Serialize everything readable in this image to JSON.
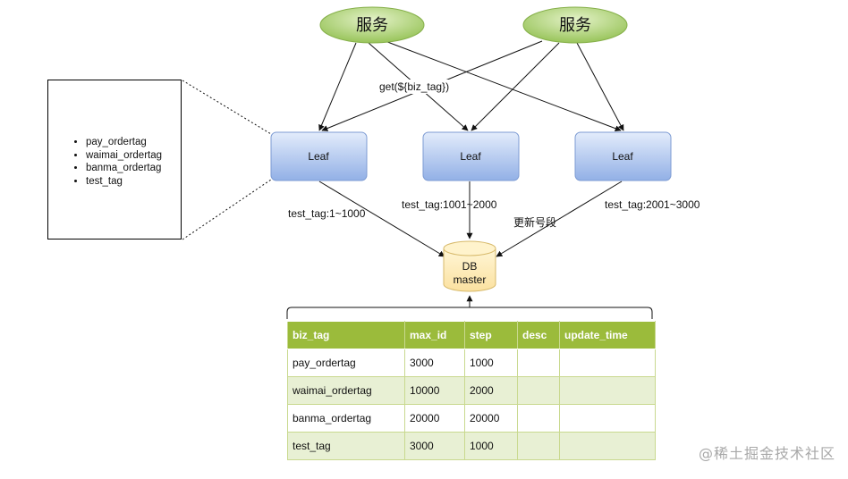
{
  "services": [
    {
      "label": "服务"
    },
    {
      "label": "服务"
    }
  ],
  "call_label": "get(${biz_tag})",
  "leaves": [
    {
      "label": "Leaf",
      "range": "test_tag:1~1000"
    },
    {
      "label": "Leaf",
      "range": "test_tag:1001~2000"
    },
    {
      "label": "Leaf",
      "range": "test_tag:2001~3000"
    }
  ],
  "update_label": "更新号段",
  "db": {
    "line1": "DB",
    "line2": "master"
  },
  "tag_list": [
    "pay_ordertag",
    "waimai_ordertag",
    "banma_ordertag",
    "test_tag"
  ],
  "table": {
    "columns": [
      "biz_tag",
      "max_id",
      "step",
      "desc",
      "update_time"
    ],
    "rows": [
      [
        "pay_ordertag",
        "3000",
        "1000",
        "",
        ""
      ],
      [
        "waimai_ordertag",
        "10000",
        "2000",
        "",
        ""
      ],
      [
        "banma_ordertag",
        "20000",
        "20000",
        "",
        ""
      ],
      [
        "test_tag",
        "3000",
        "1000",
        "",
        ""
      ]
    ]
  },
  "watermark": "@稀土掘金技术社区",
  "colors": {
    "service_fill": "#a8cf6e",
    "leaf_fill": "#9bb8ea",
    "db_fill": "#fde9a9",
    "table_header": "#9bbb3b",
    "table_alt_row": "#e8f0d4"
  }
}
